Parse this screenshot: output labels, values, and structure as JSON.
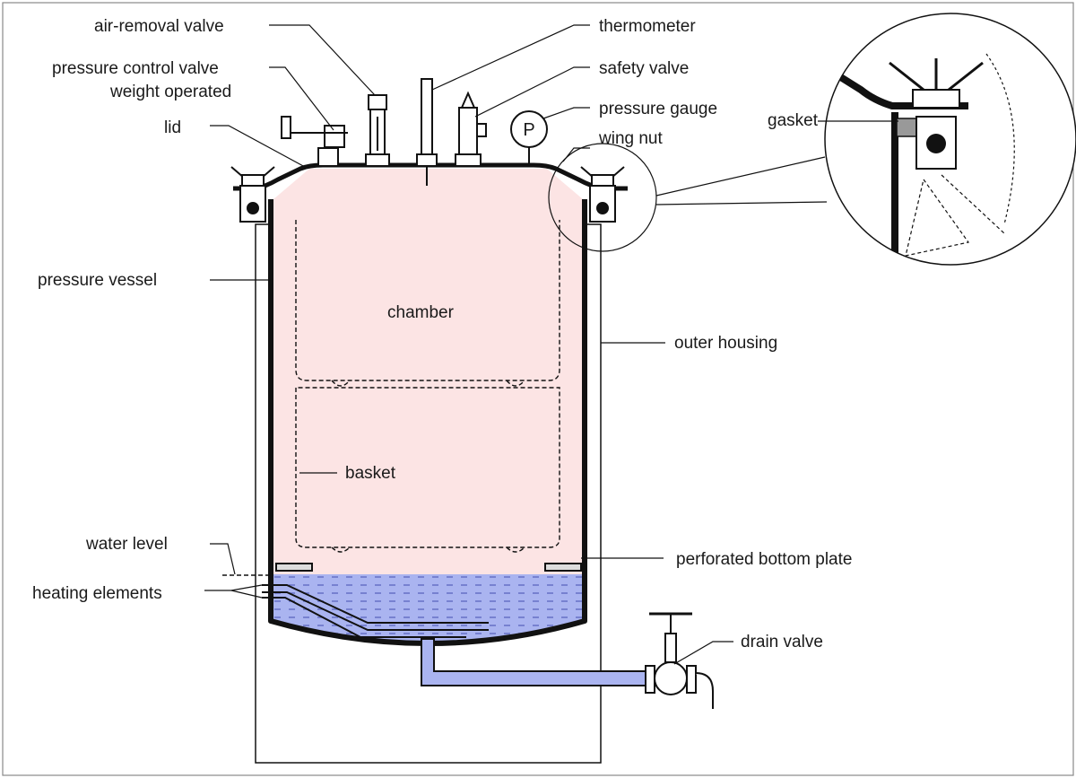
{
  "labels": {
    "air_removal_valve": "air-removal valve",
    "thermometer": "thermometer",
    "pressure_control_valve_1": "pressure control valve",
    "pressure_control_valve_2": "weight operated",
    "safety_valve": "safety valve",
    "pressure_gauge": "pressure gauge",
    "lid": "lid",
    "wing_nut": "wing nut",
    "gasket": "gasket",
    "pressure_vessel": "pressure vessel",
    "chamber": "chamber",
    "outer_housing": "outer housing",
    "basket": "basket",
    "water_level": "water level",
    "perforated_bottom_plate": "perforated bottom plate",
    "heating_elements": "heating elements",
    "drain_valve": "drain valve",
    "gauge_symbol": "P"
  },
  "colors": {
    "chamber_fill": "#fce4e4",
    "water_fill": "#aab4f0",
    "water_dash": "#6a74c8",
    "stroke": "#111111"
  }
}
